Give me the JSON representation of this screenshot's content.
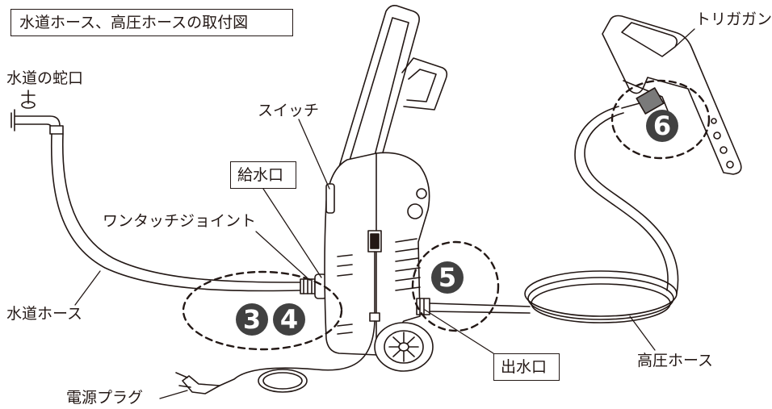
{
  "title": "水道ホース、高圧ホースの取付図",
  "labels": {
    "faucet": "水道の蛇口",
    "water_hose": "水道ホース",
    "one_touch_joint": "ワンタッチジョイント",
    "switch": "スイッチ",
    "inlet": "給水口",
    "outlet": "出水口",
    "plug": "電源プラグ",
    "trigger_gun": "トリガガン",
    "high_pressure_hose": "高圧ホース"
  },
  "steps": {
    "three": "3",
    "four": "4",
    "five": "5",
    "six": "6"
  },
  "colors": {
    "line": "#231815",
    "badge": "#414141",
    "gray_part": "#7a7a7a"
  }
}
